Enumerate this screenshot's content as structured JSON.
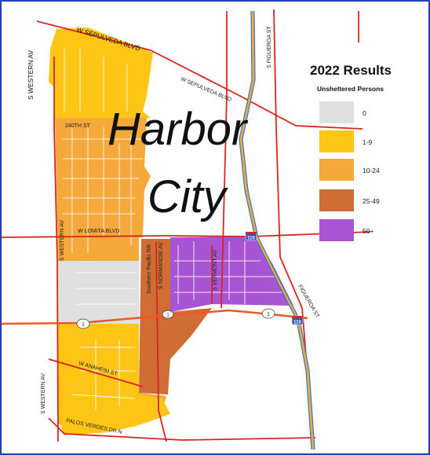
{
  "map_title": "Harbor City",
  "map_title_lines": [
    "Harbor",
    "City"
  ],
  "legend": {
    "title": "2022 Results",
    "subtitle": "Unsheltered Persons",
    "items": [
      {
        "label": "0",
        "color": "#e0e0e0"
      },
      {
        "label": "1-9",
        "color": "#fdc616"
      },
      {
        "label": "10-24",
        "color": "#f4a93a"
      },
      {
        "label": "25-49",
        "color": "#cf6d34"
      },
      {
        "label": "50+",
        "color": "#a855d3"
      }
    ]
  },
  "roads": {
    "sepulveda_1": "W SEPULVEDA BLVD",
    "sepulveda_2": "W SEPULVEDA BLVD",
    "western_1": "S WESTERN AV",
    "western_2": "S WESTERN AV",
    "western_3": "S WESTERN AV",
    "figueroa_1": "S FIGUEROA ST",
    "figueroa_2": "FIGUEROA ST",
    "lomita": "W LOMITA BLVD",
    "street_240th": "240TH ST",
    "southern_pacific": "Southern Pacific RR",
    "normandie": "S NORMANDIE AV",
    "vermont": "S VERMONT AV",
    "anaheim": "W ANAHEIM ST",
    "palos_verdes": "PALOS VERDES DR N"
  },
  "shields": {
    "i110_a": "110",
    "i110_b": "110",
    "route1_a": "1",
    "route1_b": "1",
    "route1_c": "1"
  },
  "colors": {
    "arterial": "#d9251f",
    "highway": "#ee5a24",
    "freeway_blue": "#2e79c9",
    "frame": "#1f3fb4"
  }
}
